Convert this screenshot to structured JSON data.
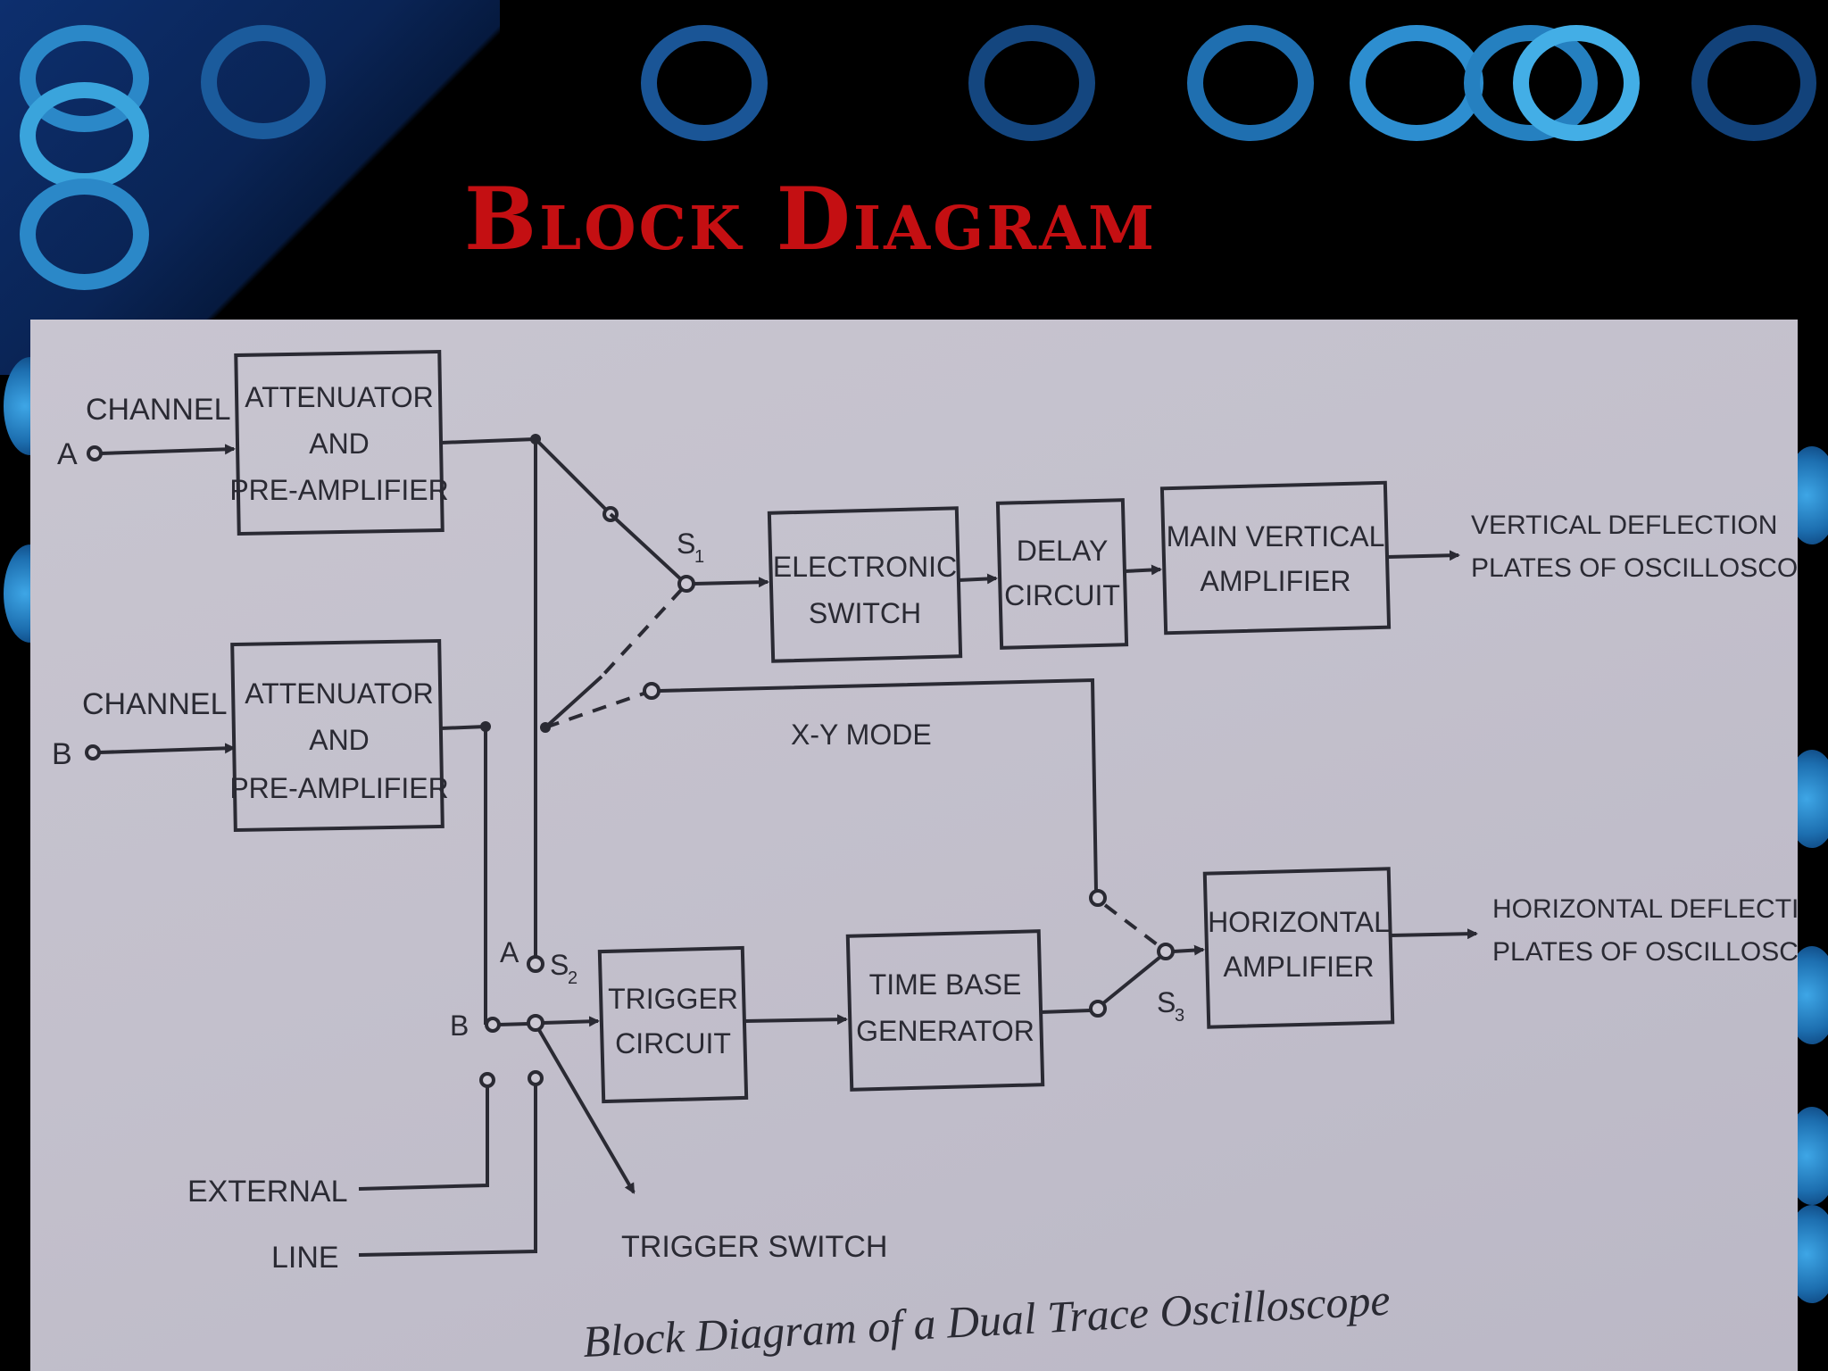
{
  "slide": {
    "title": "Block Diagram"
  },
  "diagram": {
    "inputs": {
      "channel_a_label": "CHANNEL",
      "channel_a_letter": "A",
      "channel_b_label": "CHANNEL",
      "channel_b_letter": "B"
    },
    "blocks": {
      "attenuator_a": [
        "ATTENUATOR",
        "AND",
        "PRE-AMPLIFIER"
      ],
      "attenuator_b": [
        "ATTENUATOR",
        "AND",
        "PRE-AMPLIFIER"
      ],
      "electronic_switch": [
        "ELECTRONIC",
        "SWITCH"
      ],
      "delay_circuit": [
        "DELAY",
        "CIRCUIT"
      ],
      "main_vertical_amplifier": [
        "MAIN VERTICAL",
        "AMPLIFIER"
      ],
      "trigger_circuit": [
        "TRIGGER",
        "CIRCUIT"
      ],
      "time_base_generator": [
        "TIME BASE",
        "GENERATOR"
      ],
      "horizontal_amplifier": [
        "HORIZONTAL",
        "AMPLIFIER"
      ]
    },
    "switches": {
      "s1": "S",
      "s1_sub": "1",
      "s2": "S",
      "s2_sub": "2",
      "s3": "S",
      "s3_sub": "3",
      "s2_pos_a": "A",
      "s2_pos_b": "B"
    },
    "labels": {
      "xy_mode": "X-Y MODE",
      "external": "EXTERNAL",
      "line": "LINE",
      "trigger_switch": "TRIGGER SWITCH"
    },
    "outputs": {
      "vertical": [
        "VERTICAL DEFLECTION",
        "PLATES  OF OSCILLOSCOPE"
      ],
      "horizontal": [
        "HORIZONTAL DEFLECTION",
        "PLATES  OF OSCILLOSCOPE"
      ]
    },
    "caption": "Block Diagram of a Dual Trace Oscilloscope"
  }
}
